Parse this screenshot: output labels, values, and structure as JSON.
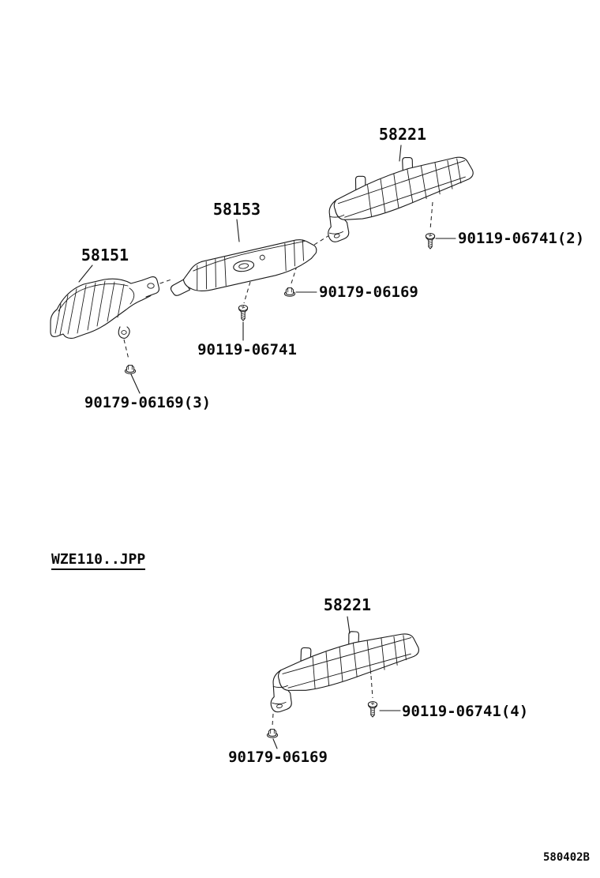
{
  "diagram": {
    "code": "580402B",
    "variant_label": "WZE110..JPP",
    "background": "#ffffff",
    "line_color": "#1a1a1a"
  },
  "top_assembly": {
    "part_labels": {
      "insulator_rear": "58221",
      "insulator_center": "58153",
      "insulator_front": "58151"
    },
    "fastener_labels": {
      "bolt_rear": "90119-06741(2)",
      "nut_center": "90179-06169",
      "bolt_center": "90119-06741",
      "nut_front": "90179-06169(3)"
    }
  },
  "bottom_assembly": {
    "part_labels": {
      "insulator_rear": "58221"
    },
    "fastener_labels": {
      "bolt_rear": "90119-06741(4)",
      "nut_front": "90179-06169"
    }
  }
}
